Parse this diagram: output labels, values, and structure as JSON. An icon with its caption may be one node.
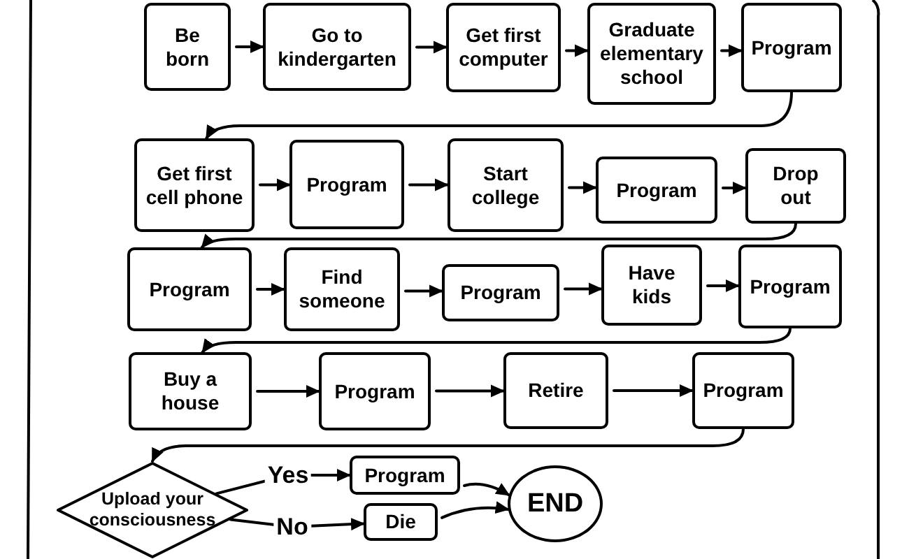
{
  "diagram": {
    "nodes": [
      {
        "text": [
          "Be born"
        ]
      },
      {
        "text": [
          "Go to kindergarten"
        ]
      },
      {
        "text": [
          "Get first computer"
        ]
      },
      {
        "text": [
          "Graduate elementary school"
        ]
      },
      {
        "text": [
          "Program"
        ]
      },
      {
        "text": [
          "Get first cell phone"
        ]
      },
      {
        "text": [
          "Program"
        ]
      },
      {
        "text": [
          "Start college"
        ]
      },
      {
        "text": [
          "Program"
        ]
      },
      {
        "text": [
          "Drop out"
        ]
      },
      {
        "text": [
          "Program"
        ]
      },
      {
        "text": [
          "Find someone"
        ]
      },
      {
        "text": [
          "Program"
        ]
      },
      {
        "text": [
          "Have kids"
        ]
      },
      {
        "text": [
          "Program"
        ]
      },
      {
        "text": [
          "Buy a house"
        ]
      },
      {
        "text": [
          "Program"
        ]
      },
      {
        "text": [
          "Retire"
        ]
      },
      {
        "text": [
          "Program"
        ]
      },
      {
        "text": [
          "Upload your consciousness"
        ]
      },
      {
        "text": [
          "Program"
        ]
      },
      {
        "text": [
          "Die"
        ]
      },
      {
        "text": [
          "END"
        ]
      }
    ],
    "edges": [
      {
        "from": 0,
        "to": 1,
        "arrow": "to"
      },
      {
        "from": 1,
        "to": 2,
        "arrow": "to"
      },
      {
        "from": 2,
        "to": 3,
        "arrow": "to"
      },
      {
        "from": 3,
        "to": 4,
        "arrow": "to"
      },
      {
        "from": 4,
        "to": 5,
        "arrow": "to"
      },
      {
        "from": 5,
        "to": 6,
        "arrow": "to"
      },
      {
        "from": 6,
        "to": 7,
        "arrow": "to"
      },
      {
        "from": 7,
        "to": 8,
        "arrow": "to"
      },
      {
        "from": 8,
        "to": 9,
        "arrow": "to"
      },
      {
        "from": 9,
        "to": 10,
        "arrow": "to"
      },
      {
        "from": 10,
        "to": 11,
        "arrow": "to"
      },
      {
        "from": 11,
        "to": 12,
        "arrow": "to"
      },
      {
        "from": 12,
        "to": 13,
        "arrow": "to"
      },
      {
        "from": 13,
        "to": 14,
        "arrow": "to"
      },
      {
        "from": 14,
        "to": 15,
        "arrow": "to"
      },
      {
        "from": 15,
        "to": 16,
        "arrow": "to"
      },
      {
        "from": 16,
        "to": 17,
        "arrow": "to"
      },
      {
        "from": 17,
        "to": 18,
        "arrow": "to"
      },
      {
        "from": 18,
        "to": 19,
        "arrow": "to"
      },
      {
        "from": 19,
        "to": 20,
        "label": "Yes",
        "arrow": "to"
      },
      {
        "from": 19,
        "to": 21,
        "label": "No",
        "arrow": "to"
      },
      {
        "from": 20,
        "to": 22,
        "arrow": "to"
      },
      {
        "from": 21,
        "to": 22,
        "arrow": "to"
      }
    ]
  }
}
